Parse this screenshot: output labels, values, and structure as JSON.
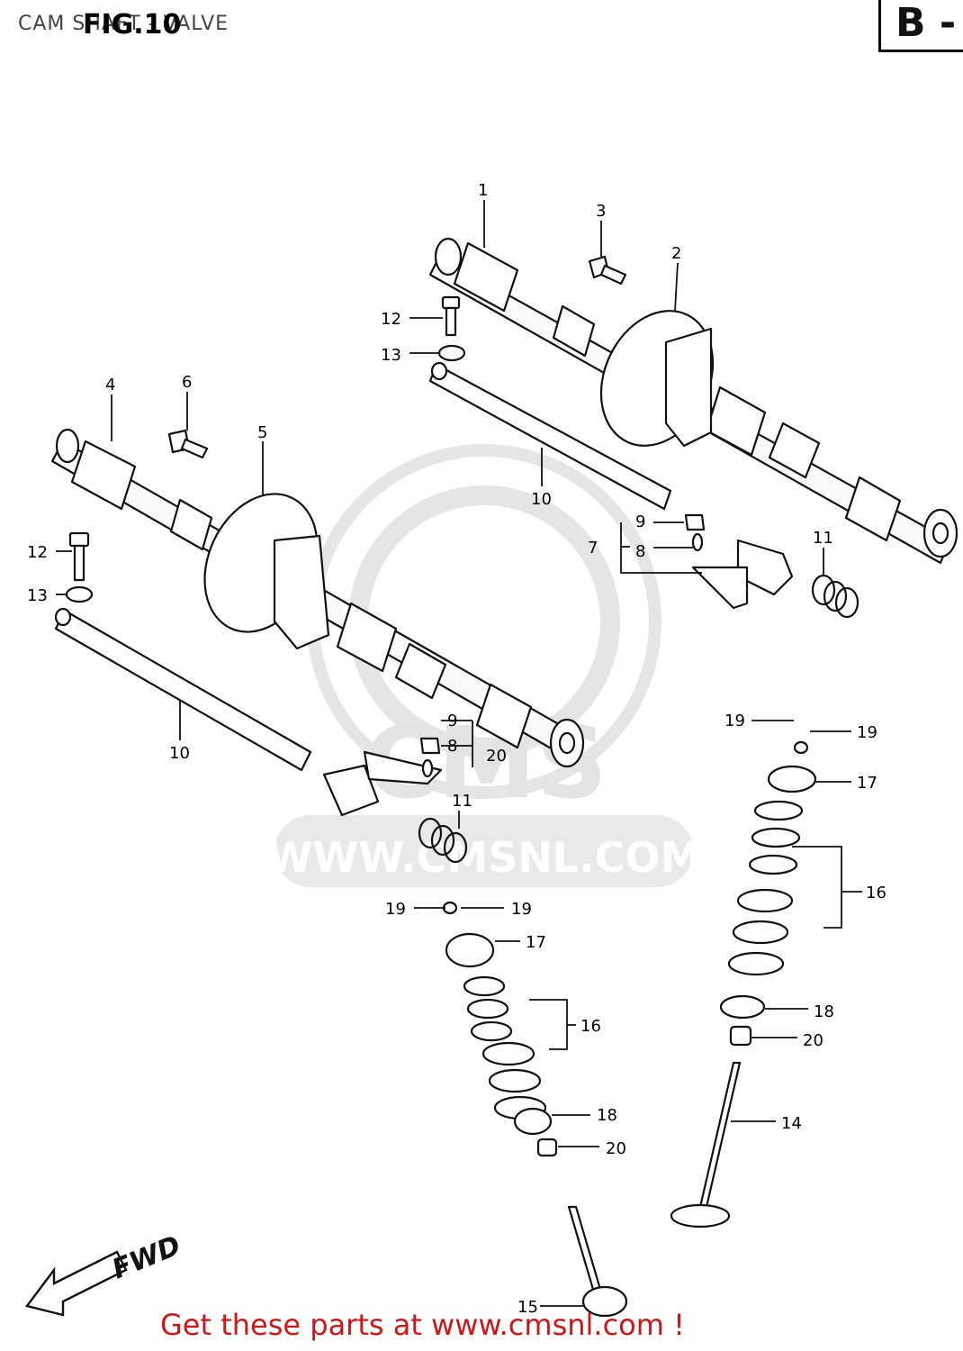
{
  "title": "CAM SHAFT - VALVE",
  "fig_no": "FIG.10",
  "box_letter": "B -",
  "watermark": "WWW.CMSNL.COM",
  "watermark_logo": "CMS",
  "fwd_label": "FWD",
  "footer": "Get these parts at www.cmsnl.com !",
  "callouts": [
    "1",
    "2",
    "3",
    "4",
    "5",
    "6",
    "7",
    "8",
    "9",
    "10",
    "11",
    "12",
    "13",
    "14",
    "15",
    "16",
    "17",
    "18",
    "19",
    "20"
  ],
  "colors": {
    "footer": "#d11515",
    "line": "#111111",
    "watermark": "#e3e3e3"
  }
}
